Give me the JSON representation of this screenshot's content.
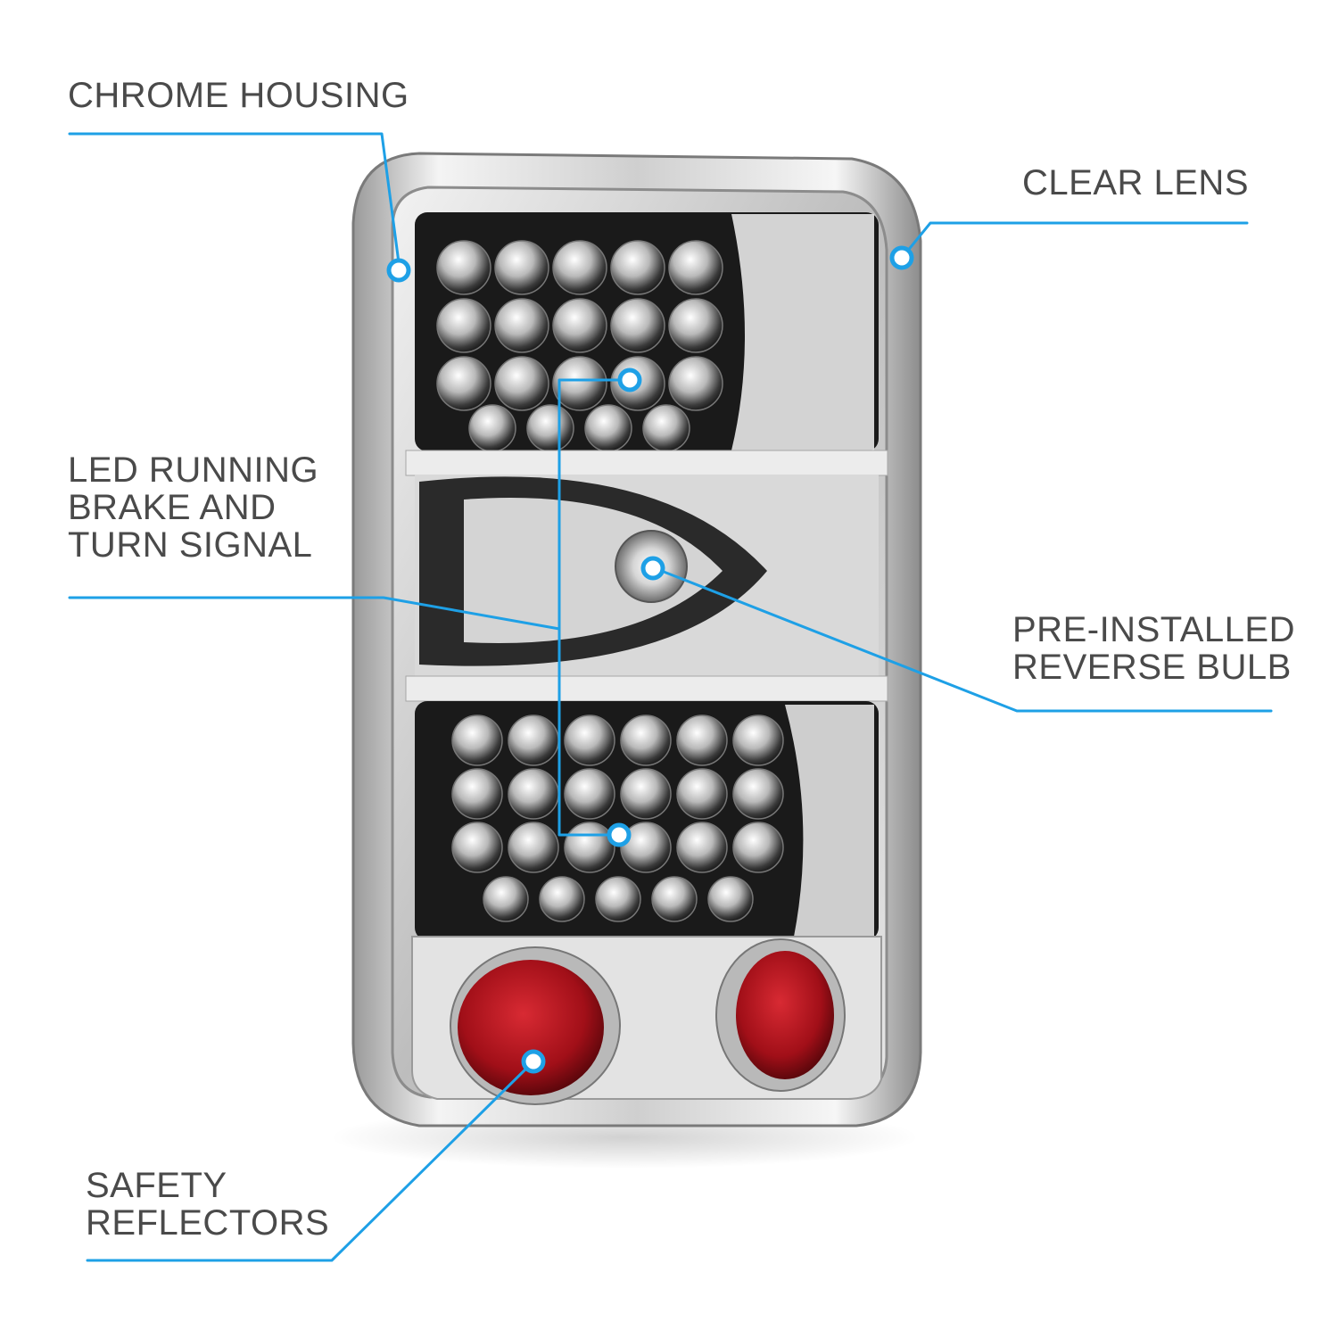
{
  "callouts": {
    "chrome_housing": {
      "lines": [
        "CHROME HOUSING"
      ]
    },
    "clear_lens": {
      "lines": [
        "CLEAR LENS"
      ]
    },
    "led": {
      "lines": [
        "LED RUNNING",
        "BRAKE AND",
        "TURN SIGNAL"
      ]
    },
    "reverse_bulb": {
      "lines": [
        "PRE-INSTALLED",
        "REVERSE BULB"
      ]
    },
    "reflectors": {
      "lines": [
        "SAFETY",
        "REFLECTORS"
      ]
    }
  },
  "colors": {
    "callout_line": "#1ea0e6",
    "label_text": "#4a4a4a",
    "reflector_red": "#b8121c",
    "chrome": "#d8d8d8"
  },
  "icons": [
    "callout-dot-icon"
  ]
}
